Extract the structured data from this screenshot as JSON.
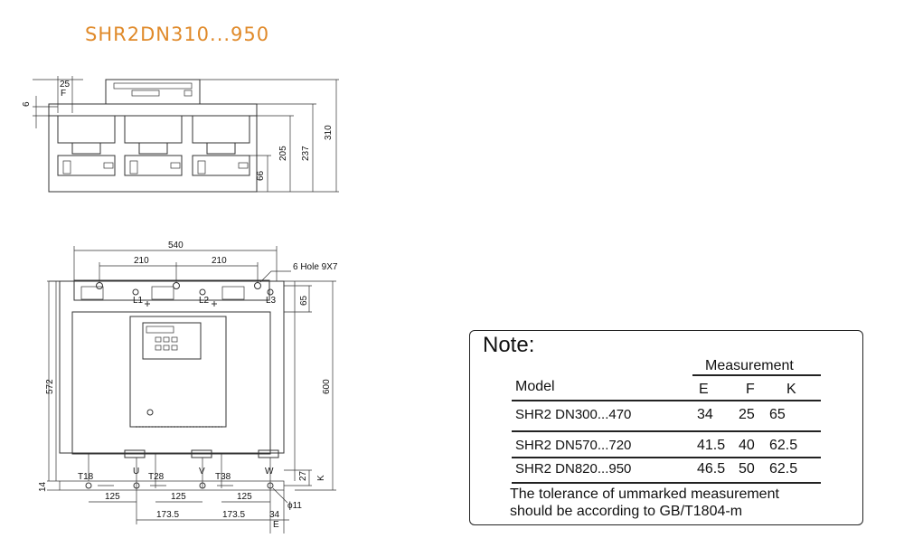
{
  "title": "SHR2DN310...950",
  "colors": {
    "title": "#e08a2a",
    "line": "#333333",
    "text": "#111111"
  },
  "side_view": {
    "dims": {
      "d25": "25",
      "F": "F",
      "d6": "6",
      "d310": "310",
      "d237": "237",
      "d205": "205",
      "d66": "66"
    }
  },
  "front_view": {
    "dims": {
      "d540": "540",
      "d210a": "210",
      "d210b": "210",
      "hole": "6 Hole 9X7",
      "d65": "65",
      "d572": "572",
      "d600": "600",
      "K": "K",
      "d14": "14",
      "d27": "27",
      "phi11": "ϕ11",
      "d125a": "125",
      "d125b": "125",
      "d125c": "125",
      "d173a": "173.5",
      "d173b": "173.5",
      "d34": "34",
      "E": "E"
    },
    "terminals": {
      "L1": "L1",
      "L2": "L2",
      "L3": "L3",
      "T18": "T18",
      "U": "U",
      "T28": "T28",
      "V": "V",
      "T38": "T38",
      "W": "W"
    }
  },
  "note": {
    "title": "Note:",
    "measurement_header": "Measurement",
    "model_header": "Model",
    "col_E": "E",
    "col_F": "F",
    "col_K": "K",
    "rows": [
      {
        "model": "SHR2  DN300...470",
        "E": "34",
        "F": "25",
        "K": "65"
      },
      {
        "model": "SHR2  DN570...720",
        "E": "41.5",
        "F": "40",
        "K": "62.5"
      },
      {
        "model": "SHR2  DN820...950",
        "E": "46.5",
        "F": "50",
        "K": "62.5"
      }
    ],
    "footer_line1": "The tolerance of ummarked measurement",
    "footer_line2": "should be according to GB/T1804-m"
  }
}
